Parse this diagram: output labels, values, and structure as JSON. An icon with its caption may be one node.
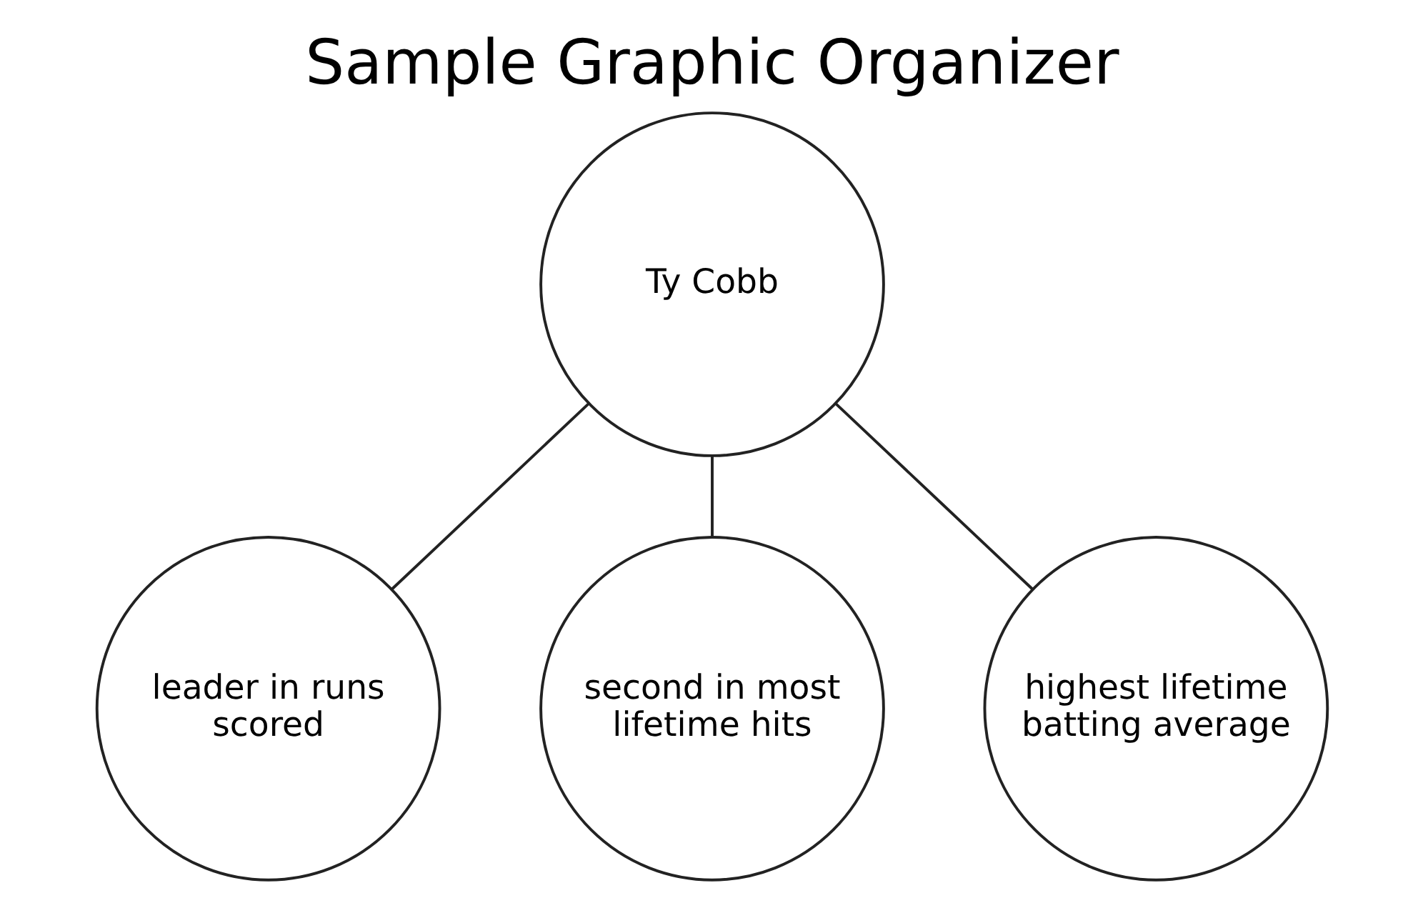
{
  "diagram": {
    "title": "Sample Graphic Organizer",
    "nodes": [
      {
        "text": [
          "Ty Cobb"
        ]
      },
      {
        "text": [
          "leader in runs scored"
        ]
      },
      {
        "text": [
          "second in most lifetime hits"
        ]
      },
      {
        "text": [
          "highest lifetime batting average"
        ]
      }
    ],
    "edges": [
      {
        "from": 0,
        "to": 1,
        "arrow": "none"
      },
      {
        "from": 0,
        "to": 2,
        "arrow": "none"
      },
      {
        "from": 0,
        "to": 3,
        "arrow": "none"
      }
    ]
  }
}
